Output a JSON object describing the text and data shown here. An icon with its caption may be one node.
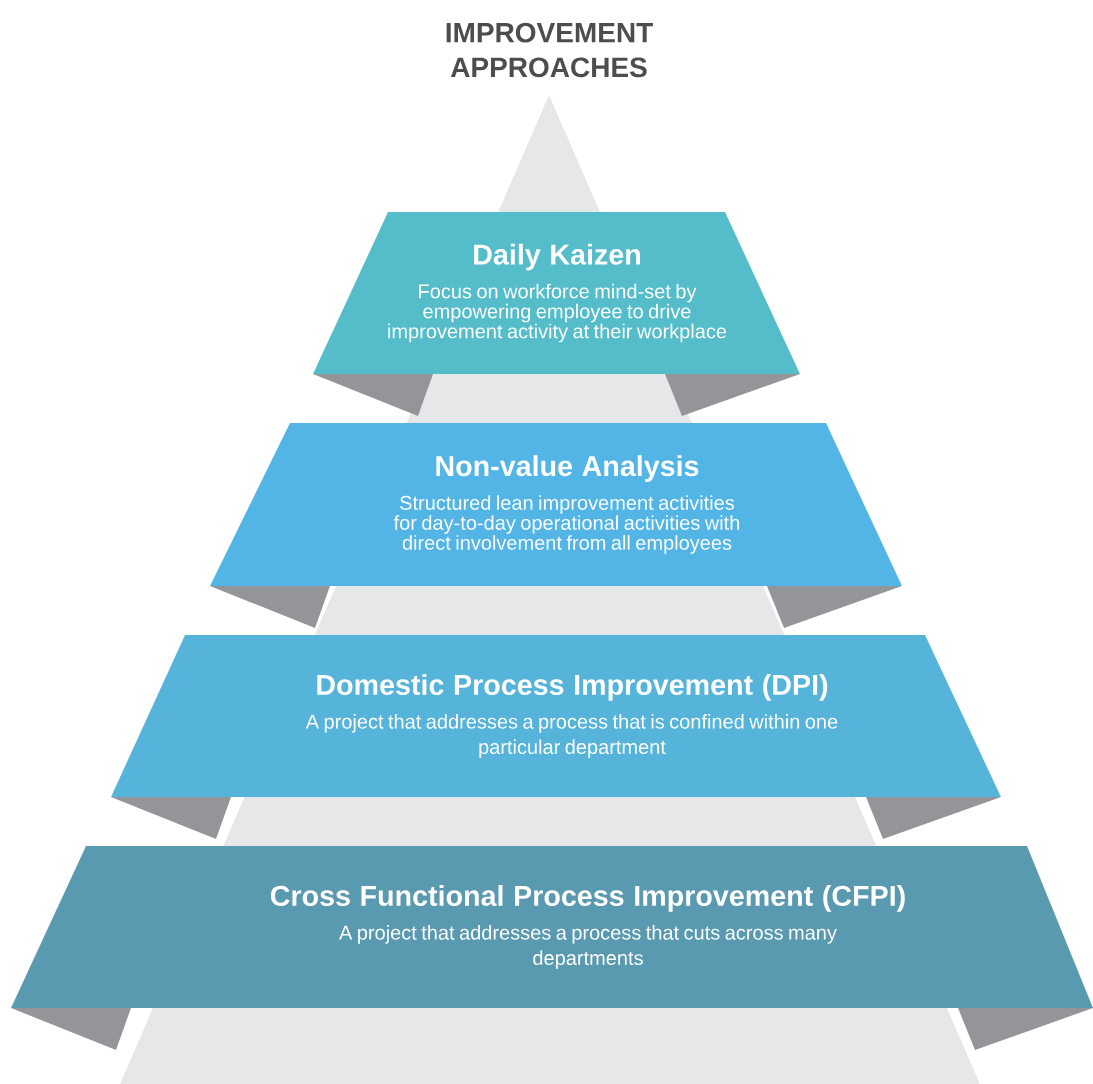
{
  "diagram": {
    "title": "IMPROVEMENT APPROACHES",
    "nodes": [
      {
        "text": [
          "Daily Kaizen",
          "Focus on workforce mind-set by empowering employee to drive improvement activity at their workplace"
        ]
      },
      {
        "text": [
          "Non-value Analysis",
          "Structured lean improvement activities for day-to-day operational activities with direct involvement from all employees"
        ]
      },
      {
        "text": [
          "Domestic Process Improvement (DPI)",
          "A project that addresses a process that is confined within one particular department"
        ]
      },
      {
        "text": [
          "Cross Functional Process Improvement (CFPI)",
          "A project that addresses a process that cuts across many departments"
        ]
      }
    ]
  }
}
